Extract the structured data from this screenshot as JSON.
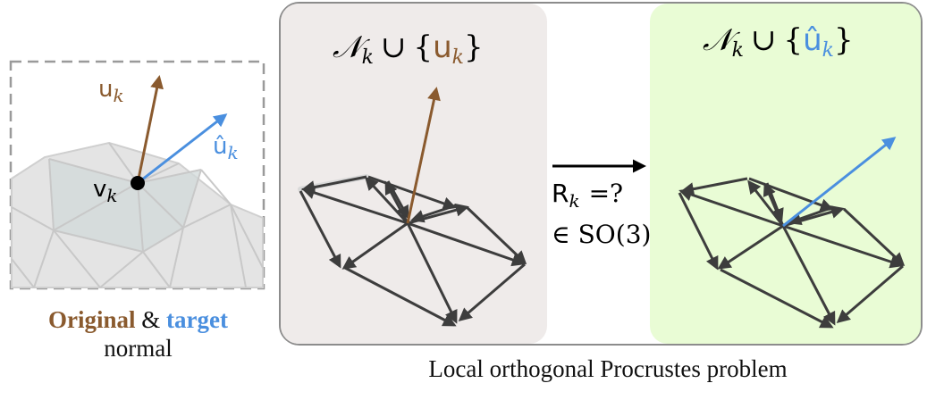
{
  "left_panel": {
    "u_label": "u",
    "u_sub": "k",
    "uhat_label": "û",
    "uhat_sub": "k",
    "v_label": "v",
    "v_sub": "k",
    "caption_original": "Original",
    "caption_amp": "&",
    "caption_target": "target",
    "caption_line2": "normal"
  },
  "middle_panel": {
    "title_N": "𝒩",
    "title_sub": "k",
    "title_union": "∪",
    "title_set_open": "{",
    "title_u": "u",
    "title_u_sub": "k",
    "title_set_close": "}"
  },
  "transform": {
    "R_label": "R",
    "R_sub": "k",
    "eq_text": "=?",
    "in_text": "∈ SO(3)"
  },
  "right_panel": {
    "title_N": "𝒩",
    "title_sub": "k",
    "title_union": "∪",
    "title_set_open": "{",
    "title_u": "û",
    "title_u_sub": "k",
    "title_set_close": "}"
  },
  "caption_bottom": "Local orthogonal Procrustes problem",
  "colors": {
    "brown": "#8a5a2e",
    "blue": "#4a8fdf",
    "edge": "#3d3d3d",
    "panel_middle": "#efebea",
    "panel_right": "#e9fcd5",
    "outer_border": "#8c8c8c"
  }
}
